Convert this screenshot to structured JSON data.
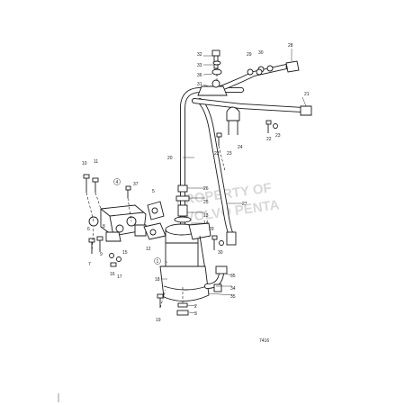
{
  "diagram": {
    "figure_number": "7416",
    "watermark_line1": "PROPERTY OF",
    "watermark_line2": "VOLVO PENTA",
    "callouts": {
      "c1": "1",
      "c2": "2",
      "c3": "3",
      "c4": "4",
      "c5": "5",
      "c6": "6",
      "c7": "7",
      "c8": "8",
      "c9": "9",
      "c10": "10",
      "c11": "11",
      "c12": "12",
      "c13": "13",
      "c14": "14",
      "c15": "15",
      "c16": "16",
      "c17": "17",
      "c18": "18",
      "c19": "19",
      "c20": "20",
      "c21": "21",
      "c22": "22",
      "c23": "23",
      "c24": "24",
      "c25": "25",
      "c26": "26",
      "c27": "27",
      "c28": "28",
      "c29": "29",
      "c30": "30",
      "c31": "31",
      "c32": "32",
      "c33": "33",
      "c34": "34",
      "c35": "35",
      "c36": "36",
      "c37": "37"
    }
  }
}
